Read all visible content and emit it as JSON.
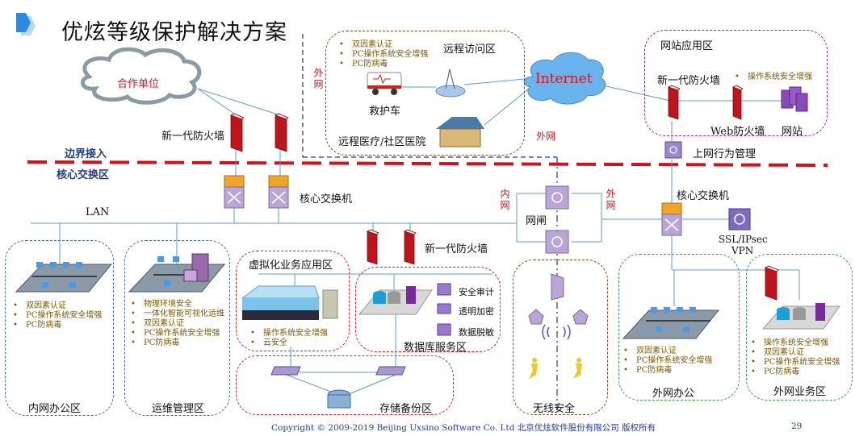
{
  "title": "优炫等级保护解决方案",
  "boundary": {
    "upper": "边界接入",
    "lower": "核心交换区"
  },
  "clouds": {
    "partner": "合作单位",
    "internet": "Internet"
  },
  "labels": {
    "ngfw_left": "新一代防火墙",
    "core_switch_left": "核心交换机",
    "lan": "LAN",
    "inner_net": "内网",
    "outer_net": "外网",
    "outer_net_top": "外网",
    "outer_net_mid": "外网",
    "gatekeeper": "网闸",
    "core_switch_right": "核心交换机",
    "vpn_line1": "SSL/IPsec",
    "vpn_line2": "VPN",
    "ngfw_mid": "新一代防火墙",
    "behavior_mgmt": "上网行为管理"
  },
  "zones": {
    "remote": {
      "title": "远程访问区",
      "bullets": [
        "双因素认证",
        "PC操作系统安全增强",
        "PC防病毒"
      ],
      "ambulance": "救护车",
      "hospital": "远程医疗/社区医院"
    },
    "website": {
      "title": "网站应用区",
      "ngfw": "新一代防火墙",
      "bullets": [
        "操作系统安全增强"
      ],
      "waf": "Web防火墙",
      "site": "网站"
    },
    "intranet_office": {
      "title": "内网办公区",
      "bullets": [
        "双因素认证",
        "PC操作系统安全增强",
        "PC防病毒"
      ]
    },
    "ops": {
      "title": "运维管理区",
      "bullets": [
        "物理环境安全",
        "一体化智能可视化运维",
        "双因素认证",
        "PC操作系统安全增强",
        "PC防病毒"
      ]
    },
    "virtual": {
      "title": "虚拟化业务应用区",
      "bullets": [
        "操作系统安全增强",
        "云安全"
      ]
    },
    "database": {
      "title": "数据库服务区",
      "features": [
        "安全审计",
        "透明加密",
        "数据脱敏"
      ]
    },
    "storage": {
      "title": "存储备份区"
    },
    "wireless": {
      "title": "无线安全"
    },
    "extranet_office": {
      "title": "外网办公",
      "bullets": [
        "双因素认证",
        "PC操作系统安全增强",
        "PC防病毒"
      ]
    },
    "extranet_business": {
      "title": "外网业务区",
      "bullets": [
        "操作系统安全增强",
        "双因素认证",
        "PC操作系统安全增强",
        "PC防病毒"
      ]
    }
  },
  "footer": {
    "copyright": "Copyright © 2009-2019 Beijing Uxsino Software Co. Ltd  北京优炫软件股份有限公司    版权所有",
    "page": "29"
  },
  "colors": {
    "boundary_line": "#d0121b",
    "link_line": "#5b9bd5",
    "firewall": "#c0141c",
    "switch_purple": "#b9a6d6",
    "switch_orange": "#f0a52a",
    "zone_blue": "#3e6fa3",
    "zone_red": "#e0202a",
    "zone_brown": "#8b4a1c",
    "zone_purple": "#8a2ab0",
    "zone_green": "#2ea84a"
  }
}
